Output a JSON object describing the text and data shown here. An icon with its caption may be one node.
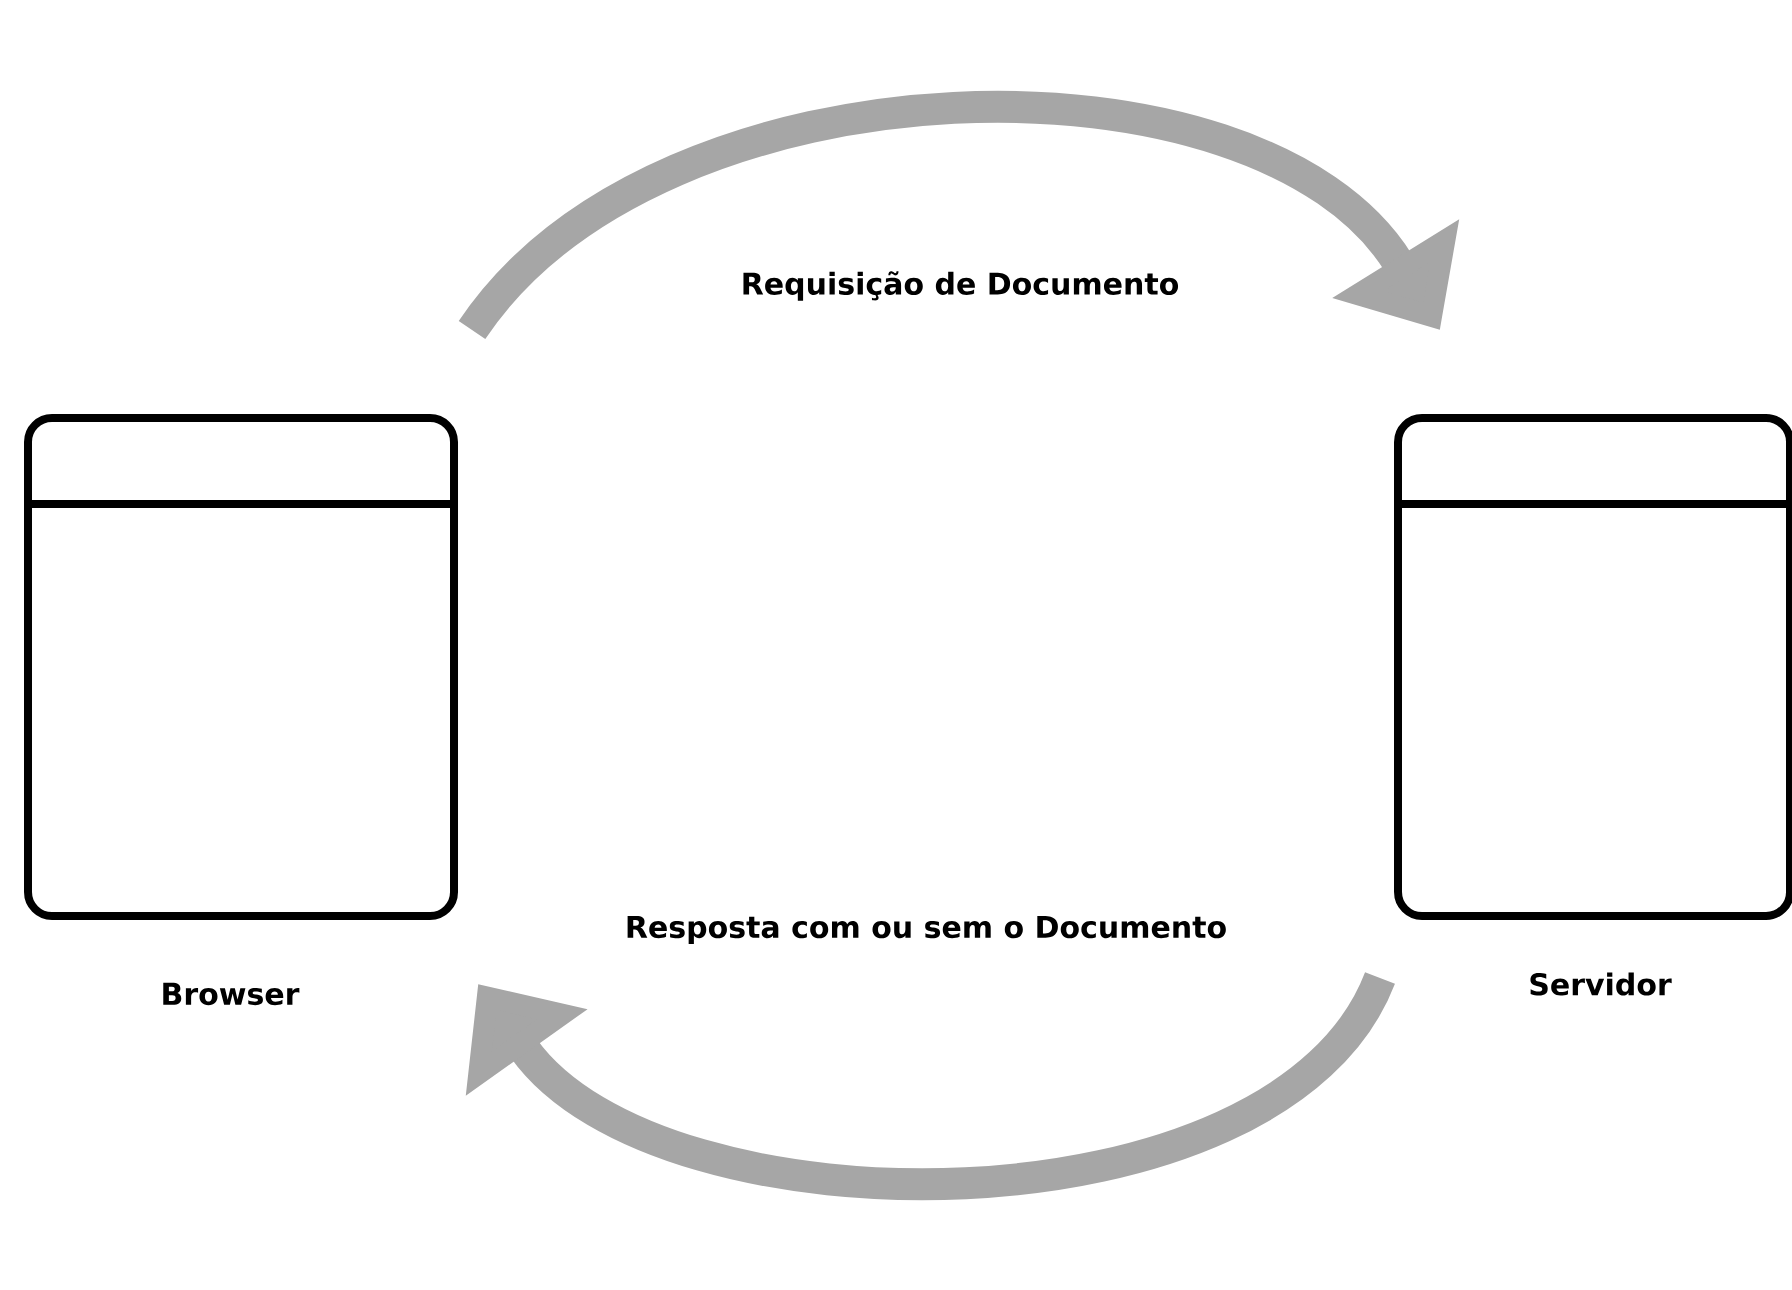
{
  "diagram": {
    "nodes": [
      {
        "text": [
          "Browser"
        ]
      },
      {
        "text": [
          "Servidor"
        ]
      }
    ],
    "edges": [
      {
        "from": 0,
        "to": 1,
        "arrow": "to",
        "label": "Requisição de Documento"
      },
      {
        "from": 1,
        "to": 0,
        "arrow": "to",
        "label": "Resposta com ou sem o Documento"
      }
    ]
  }
}
